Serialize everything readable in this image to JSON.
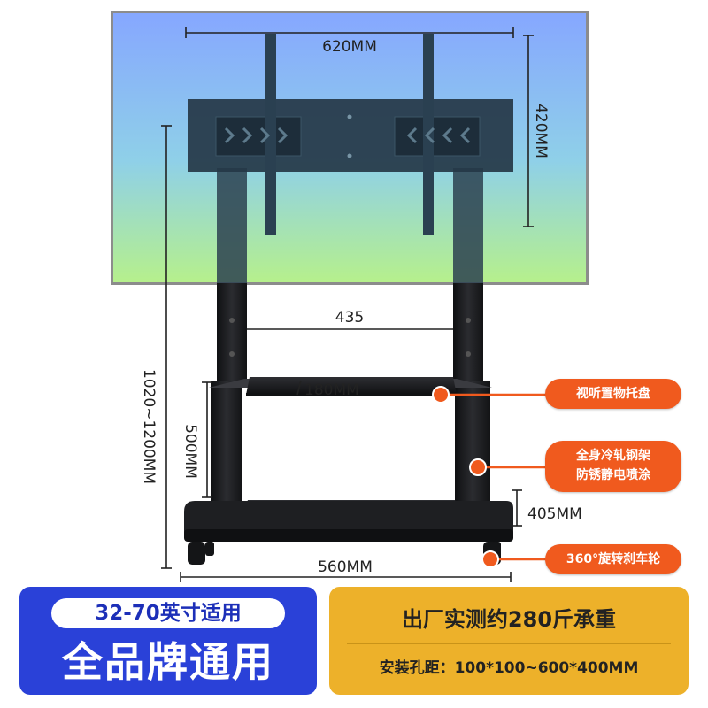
{
  "dimensions": {
    "screen_width": "620MM",
    "screen_height": "420MM",
    "column_spacing": "435",
    "total_height": "1020~1200MM",
    "tray_depth": "180MM",
    "shelf_height": "500MM",
    "base_height": "405MM",
    "base_width": "560MM"
  },
  "callouts": {
    "tray": "视听置物托盘",
    "frame_line1": "全身冷轧钢架",
    "frame_line2": "防锈静电喷涂",
    "wheels": "360°旋转刹车轮"
  },
  "banner_left": {
    "size_range": "32-70英寸适用",
    "universal": "全品牌通用"
  },
  "banner_right": {
    "load": "出厂实测约280斤承重",
    "mounting": "安装孔距：100*100~600*400MM"
  },
  "colors": {
    "accent_orange": "#f05a1e",
    "banner_blue": "#2a41d8",
    "banner_gold": "#edb12a",
    "stand_black": "#1e1f22"
  }
}
